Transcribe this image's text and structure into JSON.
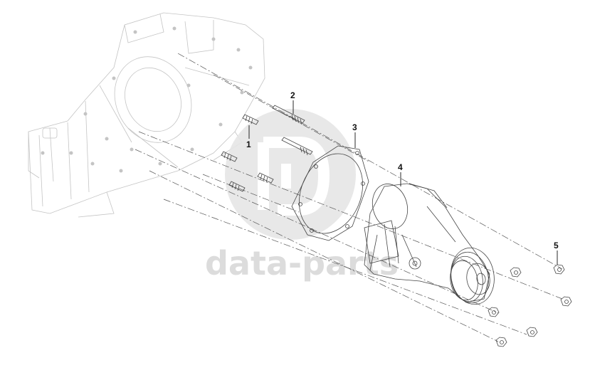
{
  "watermark": {
    "text": "data-parts",
    "color": "#d9d9d9"
  },
  "callouts": [
    {
      "id": "1",
      "label": "1"
    },
    {
      "id": "2",
      "label": "2"
    },
    {
      "id": "3",
      "label": "3"
    },
    {
      "id": "4",
      "label": "4"
    },
    {
      "id": "5",
      "label": "5"
    }
  ],
  "colors": {
    "line": "#444444",
    "faded_line": "#c4c4c4",
    "text": "#111111"
  }
}
